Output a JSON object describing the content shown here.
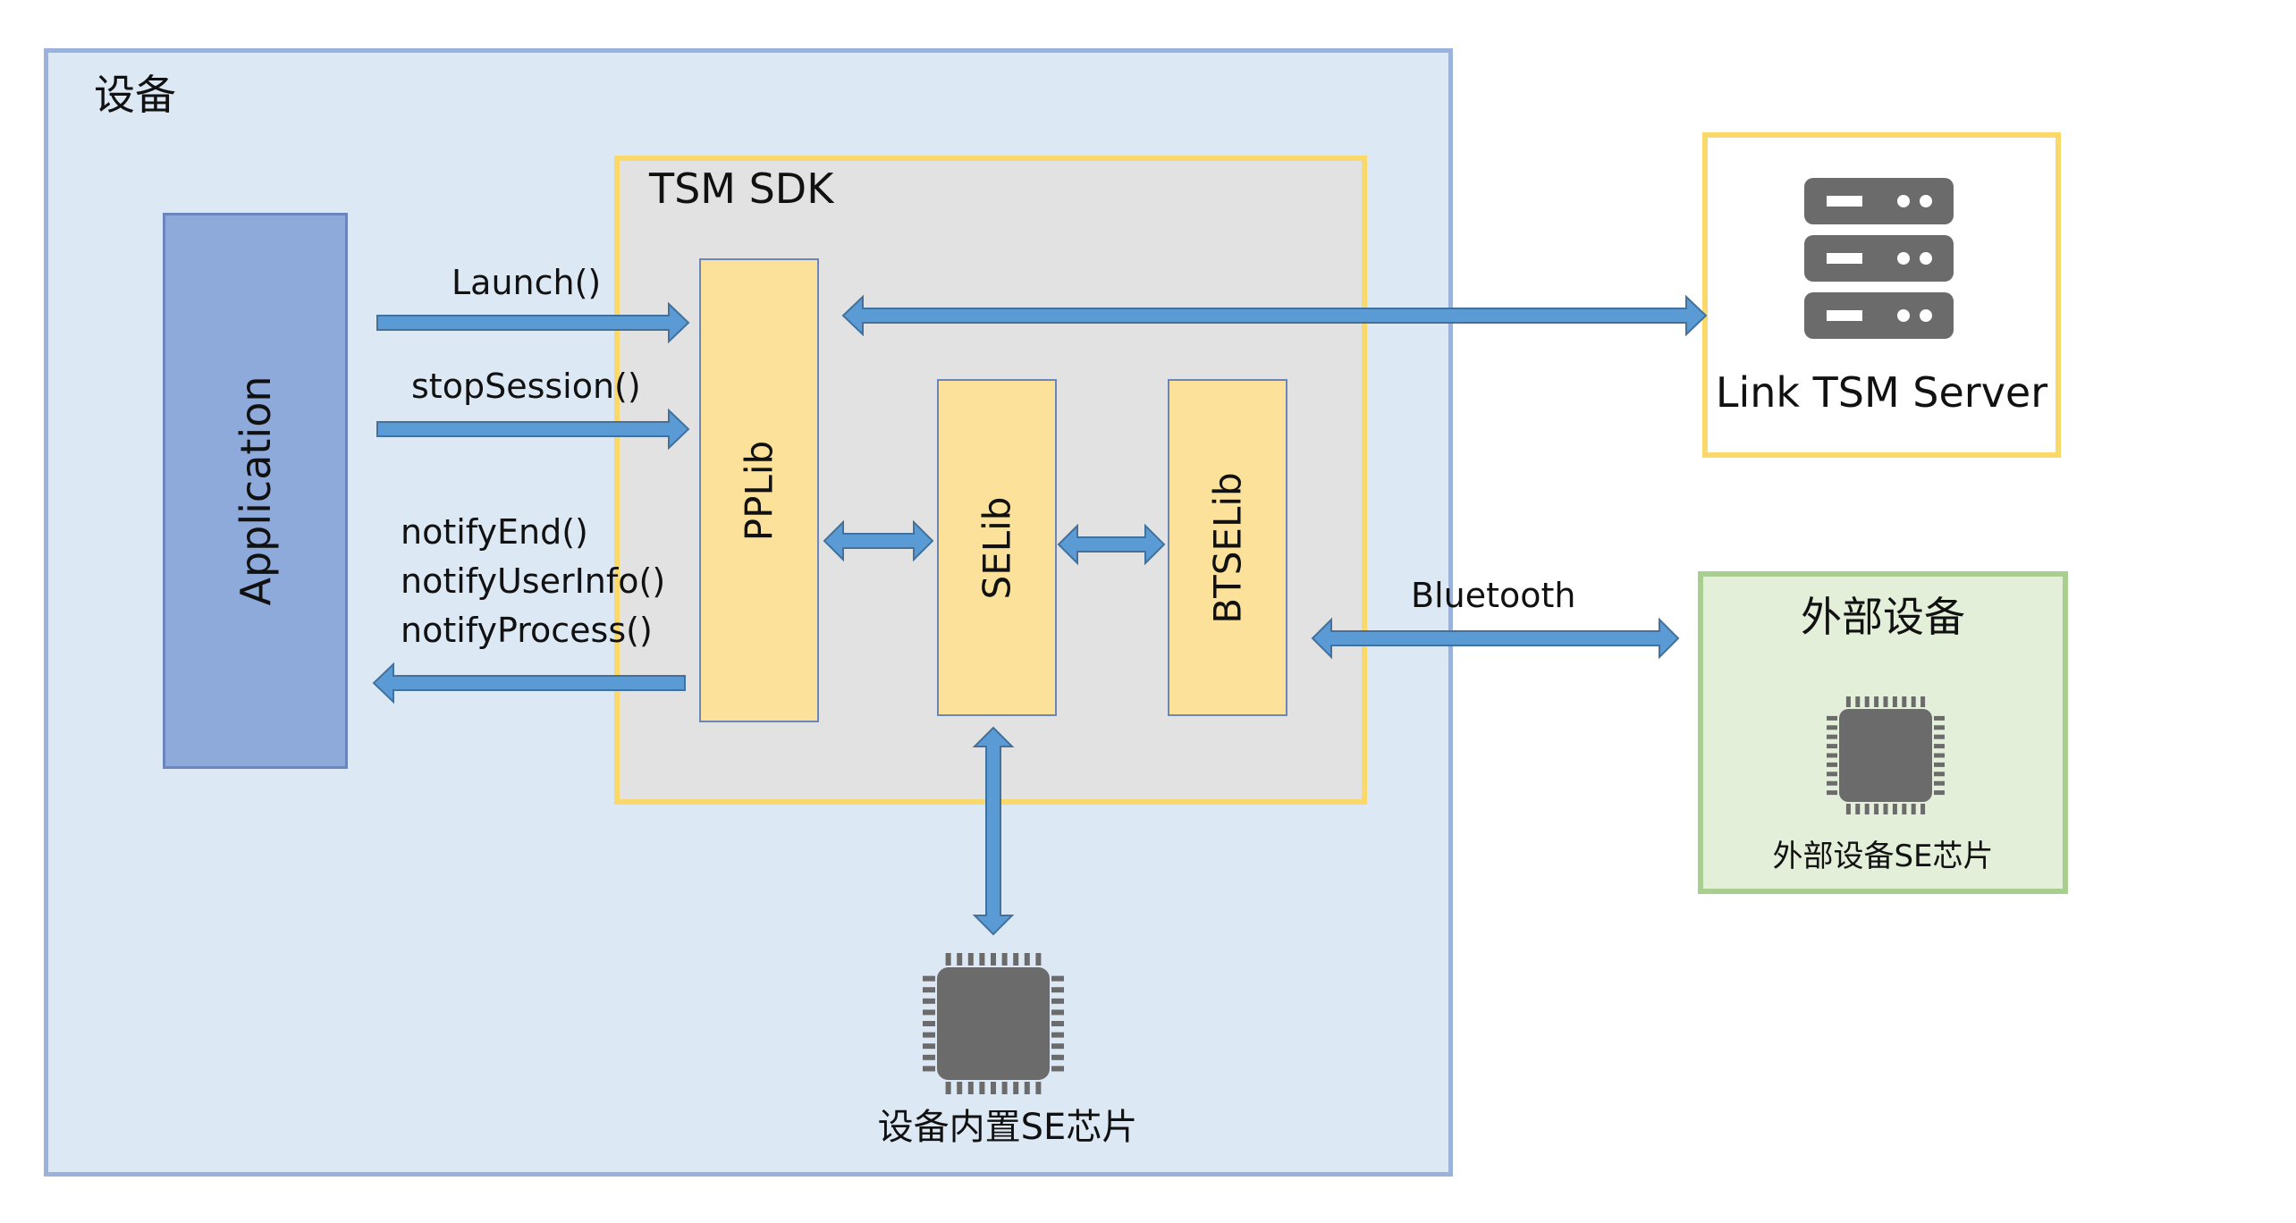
{
  "device": {
    "title": "设备"
  },
  "sdk": {
    "title": "TSM SDK"
  },
  "application": {
    "label": "Application"
  },
  "libs": {
    "pplib": "PPLib",
    "selib": "SELib",
    "btselib": "BTSELib"
  },
  "calls": {
    "launch": "Launch()",
    "stop_session": "stopSession()",
    "notify_end": "notifyEnd()",
    "notify_user_info": "notifyUserInfo()",
    "notify_process": "notifyProcess()"
  },
  "server": {
    "label": "Link TSM Server",
    "icon": "server-icon"
  },
  "bluetooth": {
    "label": "Bluetooth"
  },
  "external_device": {
    "title": "外部设备",
    "chip_label": "外部设备SE芯片",
    "icon": "chip-icon"
  },
  "internal_chip": {
    "label": "设备内置SE芯片",
    "icon": "chip-icon"
  },
  "colors": {
    "arrow_fill": "#5b9bd5",
    "arrow_stroke": "#41719c",
    "chip": "#6b6b6b",
    "server": "#6b6b6b"
  }
}
